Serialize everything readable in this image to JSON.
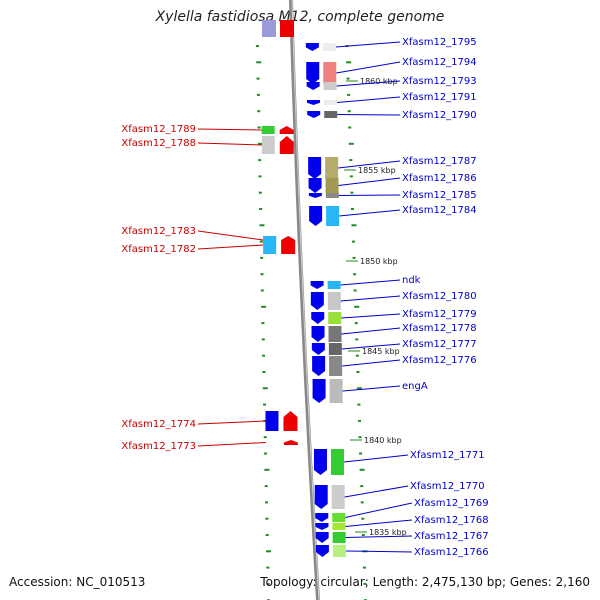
{
  "title": "Xylella fastidiosa M12, complete genome",
  "footer": {
    "accession": "Accession: NC_010513",
    "summary": "Topology: circular; Length: 2,475,130 bp; Genes: 2,160"
  },
  "colors": {
    "forward": "#0000ee",
    "reverse": "#ee0000",
    "label_forward": "#0000cc",
    "label_reverse": "#cc0000",
    "backbone": "#888888",
    "tick": "#228b22"
  },
  "scale_labels": [
    "1860 kbp",
    "1855 kbp",
    "1850 kbp",
    "1845 kbp",
    "1840 kbp",
    "1835 kbp"
  ],
  "forward_genes": [
    "Xfasm12_1795",
    "Xfasm12_1794",
    "Xfasm12_1793",
    "Xfasm12_1791",
    "Xfasm12_1790",
    "Xfasm12_1787",
    "Xfasm12_1786",
    "Xfasm12_1785",
    "Xfasm12_1784",
    "ndk",
    "Xfasm12_1780",
    "Xfasm12_1779",
    "Xfasm12_1778",
    "Xfasm12_1777",
    "Xfasm12_1776",
    "engA",
    "Xfasm12_1771",
    "Xfasm12_1770",
    "Xfasm12_1769",
    "Xfasm12_1768",
    "Xfasm12_1767",
    "Xfasm12_1766"
  ],
  "reverse_genes": [
    "Xfasm12_1789",
    "Xfasm12_1788",
    "Xfasm12_1783",
    "Xfasm12_1782",
    "Xfasm12_1774",
    "Xfasm12_1773"
  ]
}
